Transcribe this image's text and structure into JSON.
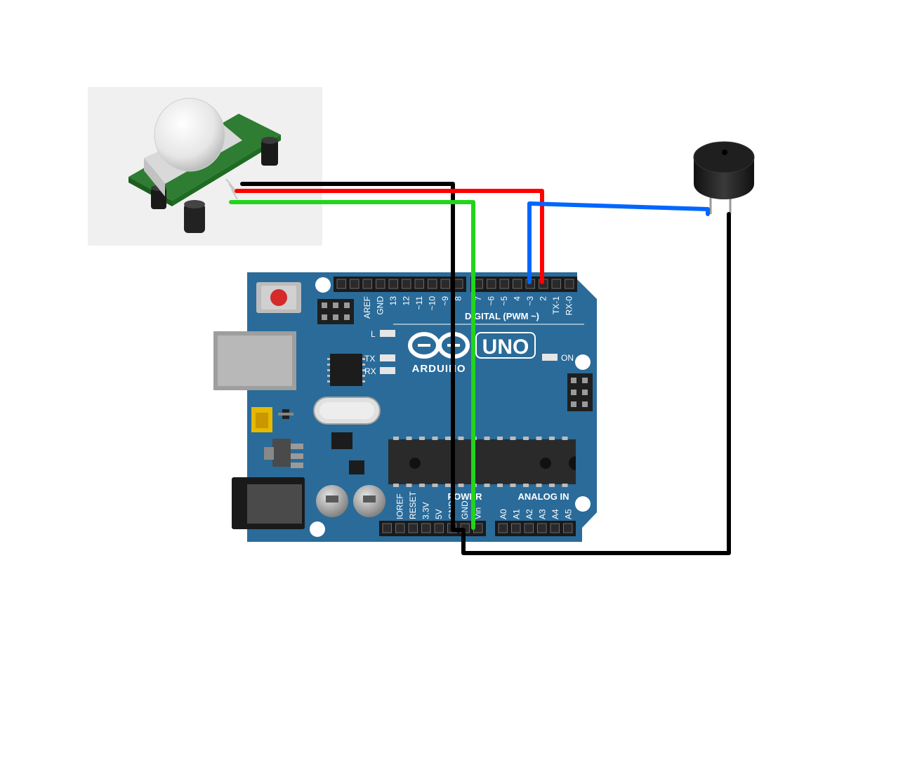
{
  "board": {
    "brand": "ARDUINO",
    "model": "UNO",
    "digital_title": "DIGITAL (PWM ~)",
    "power_title": "POWER",
    "analog_title": "ANALOG IN",
    "led_l": "L",
    "led_tx": "TX",
    "led_rx": "RX",
    "led_on": "ON",
    "digital_pins": [
      "AREF",
      "GND",
      "13",
      "12",
      "~11",
      "~10",
      "~9",
      "8",
      "7",
      "~6",
      "~5",
      "4",
      "~3",
      "2",
      "TX-1",
      "RX-0"
    ],
    "power_pins": [
      "IOREF",
      "RESET",
      "3.3V",
      "5V",
      "GND",
      "GND",
      "Vin"
    ],
    "analog_pins": [
      "A0",
      "A1",
      "A2",
      "A3",
      "A4",
      "A5"
    ]
  },
  "wires": [
    {
      "id": "pir-gnd",
      "color": "#000000"
    },
    {
      "id": "pir-vcc",
      "color": "#ff0000"
    },
    {
      "id": "pir-out",
      "color": "#22d41a"
    },
    {
      "id": "buzzer-signal",
      "color": "#0066ff"
    },
    {
      "id": "buzzer-gnd",
      "color": "#000000"
    }
  ],
  "colors": {
    "board": "#2a6b99",
    "header": "#1a1a1a",
    "reset_button": "#d42a2a",
    "pir_pcb": "#2e7d32",
    "pir_dome": "#f2f2f2",
    "buzzer": "#1c1c1c"
  }
}
